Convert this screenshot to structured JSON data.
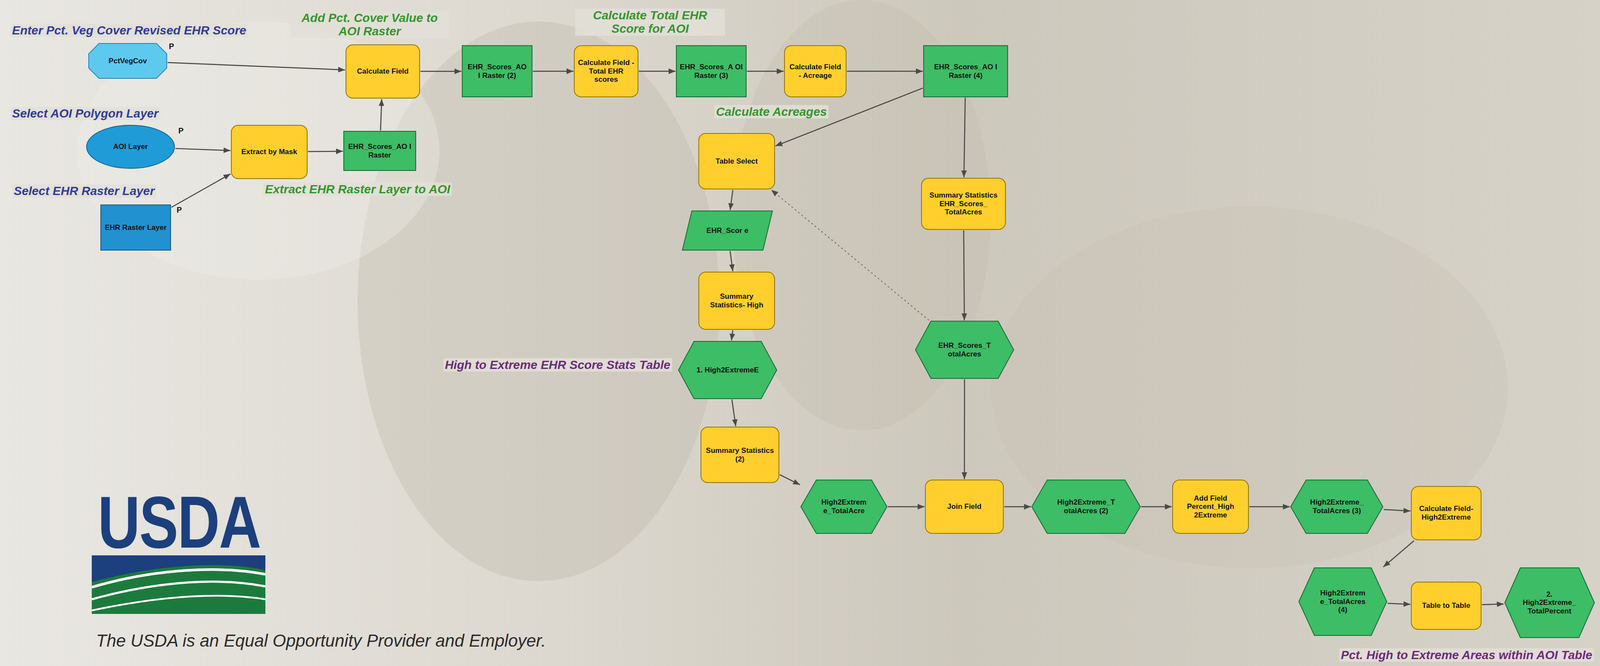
{
  "diagram": {
    "nodes": [
      {
        "text": [
          "PctVegCov"
        ]
      },
      {
        "text": [
          "AOI Layer"
        ]
      },
      {
        "text": [
          "EHR Raster Layer"
        ]
      },
      {
        "text": [
          "Extract by Mask"
        ]
      },
      {
        "text": [
          "EHR_Scores_AO I Raster"
        ]
      },
      {
        "text": [
          "Calculate Field"
        ]
      },
      {
        "text": [
          "EHR_Scores_AO I Raster (2)"
        ]
      },
      {
        "text": [
          "Calculate Field -Total EHR scores"
        ]
      },
      {
        "text": [
          "EHR_Scores_A OI Raster (3)"
        ]
      },
      {
        "text": [
          "Calculate Field - Acreage"
        ]
      },
      {
        "text": [
          "EHR_Scores_AO I Raster (4)"
        ]
      },
      {
        "text": [
          "Table Select"
        ]
      },
      {
        "text": [
          "EHR_Scor e"
        ]
      },
      {
        "text": [
          "Summary Statistics- High"
        ]
      },
      {
        "text": [
          "1. High2ExtremeE"
        ]
      },
      {
        "text": [
          "Summary Statistics (2)"
        ]
      },
      {
        "text": [
          "High2Extrem e_TotalAcre"
        ]
      },
      {
        "text": [
          "Summary Statistics EHR_Scores_ TotalAcres"
        ]
      },
      {
        "text": [
          "EHR_Scores_T otalAcres"
        ]
      },
      {
        "text": [
          "Join Field"
        ]
      },
      {
        "text": [
          "High2Extreme_T otalAcres (2)"
        ]
      },
      {
        "text": [
          "Add Field Percent_High 2Extreme"
        ]
      },
      {
        "text": [
          "High2Extreme_ TotalAcres (3)"
        ]
      },
      {
        "text": [
          "Calculate Field- High2Extreme"
        ]
      },
      {
        "text": [
          "High2Extrem e_TotalAcres (4)"
        ]
      },
      {
        "text": [
          "Table to Table"
        ]
      },
      {
        "text": [
          "2. High2Extreme_ TotalPercent"
        ]
      }
    ],
    "edges": [
      {
        "from": 0,
        "to": 5,
        "arrow": "to"
      },
      {
        "from": 1,
        "to": 3,
        "arrow": "to"
      },
      {
        "from": 2,
        "to": 3,
        "arrow": "to"
      },
      {
        "from": 3,
        "to": 4,
        "arrow": "to"
      },
      {
        "from": 4,
        "to": 5,
        "arrow": "to"
      },
      {
        "from": 5,
        "to": 6,
        "arrow": "to"
      },
      {
        "from": 6,
        "to": 7,
        "arrow": "to"
      },
      {
        "from": 7,
        "to": 8,
        "arrow": "to"
      },
      {
        "from": 8,
        "to": 9,
        "arrow": "to"
      },
      {
        "from": 9,
        "to": 10,
        "arrow": "to"
      },
      {
        "from": 10,
        "to": 11,
        "arrow": "to"
      },
      {
        "from": 10,
        "to": 17,
        "arrow": "to"
      },
      {
        "from": 11,
        "to": 12,
        "arrow": "to"
      },
      {
        "from": 12,
        "to": 13,
        "arrow": "to"
      },
      {
        "from": 13,
        "to": 14,
        "arrow": "to"
      },
      {
        "from": 14,
        "to": 15,
        "arrow": "to"
      },
      {
        "from": 15,
        "to": 16,
        "arrow": "to"
      },
      {
        "from": 17,
        "to": 18,
        "arrow": "to"
      },
      {
        "from": 18,
        "to": 11,
        "arrow": "to"
      },
      {
        "from": 18,
        "to": 19,
        "arrow": "to"
      },
      {
        "from": 16,
        "to": 19,
        "arrow": "to"
      },
      {
        "from": 19,
        "to": 20,
        "arrow": "to"
      },
      {
        "from": 20,
        "to": 21,
        "arrow": "to"
      },
      {
        "from": 21,
        "to": 22,
        "arrow": "to"
      },
      {
        "from": 22,
        "to": 23,
        "arrow": "to"
      },
      {
        "from": 23,
        "to": 24,
        "arrow": "to"
      },
      {
        "from": 24,
        "to": 25,
        "arrow": "to"
      },
      {
        "from": 25,
        "to": 26,
        "arrow": "to"
      }
    ],
    "labels": [
      "Enter Pct. Veg Cover Revised EHR Score",
      "P",
      "Add Pct. Cover Value to AOI Raster",
      "Select AOI Polygon Layer",
      "P",
      "Select EHR Raster Layer",
      "P",
      "Extract EHR Raster Layer to AOI",
      "Calculate Total EHR Score for AOI",
      "Calculate Acreages",
      "High to Extreme EHR Score Stats Table",
      "Pct. High to Extreme Areas within AOI Table",
      "USDA",
      "The USDA is an Equal Opportunity Provider and Employer."
    ]
  }
}
